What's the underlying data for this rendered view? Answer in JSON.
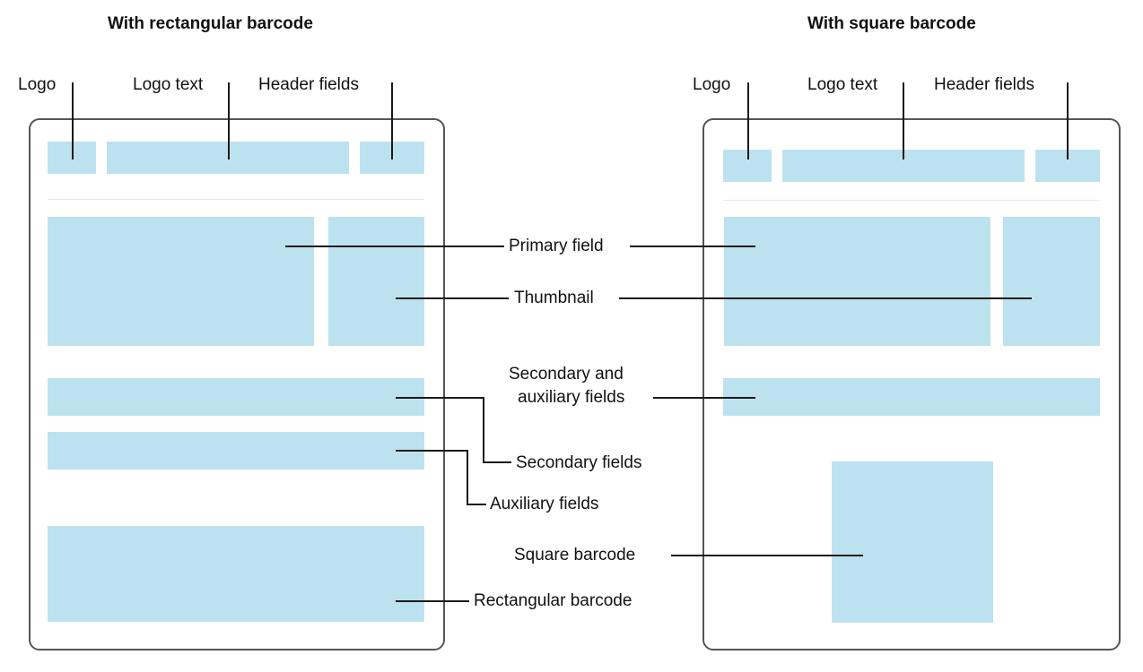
{
  "titles": {
    "left": "With rectangular barcode",
    "right": "With square barcode"
  },
  "top_labels": {
    "logo": "Logo",
    "logo_text": "Logo text",
    "header_fields": "Header fields"
  },
  "center_labels": {
    "primary_field": "Primary field",
    "thumbnail": "Thumbnail",
    "secondary_and_auxiliary_line1": "Secondary and",
    "secondary_and_auxiliary_line2": "auxiliary fields",
    "secondary_fields": "Secondary fields",
    "auxiliary_fields": "Auxiliary fields",
    "square_barcode": "Square barcode",
    "rectangular_barcode": "Rectangular barcode"
  },
  "colors": {
    "field_fill": "#bde2ef",
    "card_border": "#555555",
    "leader_line": "#1a1a1a"
  }
}
